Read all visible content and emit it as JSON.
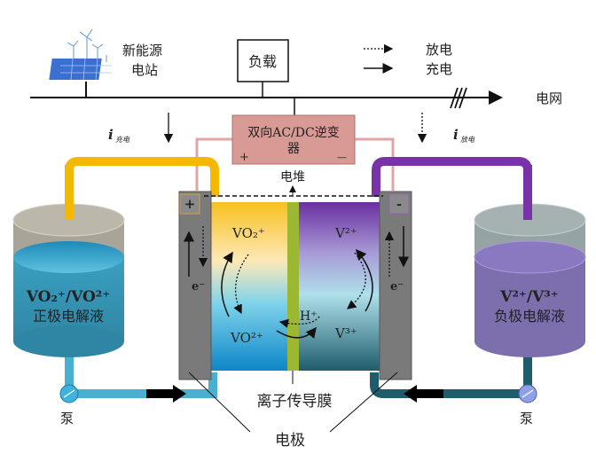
{
  "top": {
    "station_label_line1": "新能源",
    "station_label_line2": "电站",
    "load_label": "负载",
    "grid_label": "电网"
  },
  "legend": {
    "discharge": "放电",
    "charge": "充电"
  },
  "currents": {
    "i_symbol": "i",
    "charge_sub": "充电",
    "discharge_sub": "放电"
  },
  "inverter": {
    "line1": "双向AC/DC逆变",
    "line2": "器",
    "plus": "+",
    "minus": "—"
  },
  "stack": {
    "label": "电堆",
    "pos_terminal": "+",
    "neg_terminal": "-",
    "electron_left": "e⁻",
    "electron_right": "e⁻",
    "species_tl": "VO₂⁺",
    "species_bl": "VO²⁺",
    "species_tr": "V²⁺",
    "species_br": "V³⁺",
    "proton": "H⁺",
    "membrane_label": "离子传导膜",
    "electrode_label": "电极"
  },
  "tanks": {
    "left_formula": "VO₂⁺/VO²⁺",
    "left_name": "正极电解液",
    "right_formula": "V²⁺/V³⁺",
    "right_name": "负极电解液",
    "pump_left": "泵",
    "pump_right": "泵"
  },
  "colors": {
    "positive_pipe": "#f5b800",
    "negative_pipe": "#7a32a8",
    "left_electrolyte": "#3d93ad",
    "right_electrolyte": "#7d6fad",
    "inverter_fill": "#d89a94",
    "electrode": "#7a7a7a",
    "membrane": "#9cb832"
  }
}
